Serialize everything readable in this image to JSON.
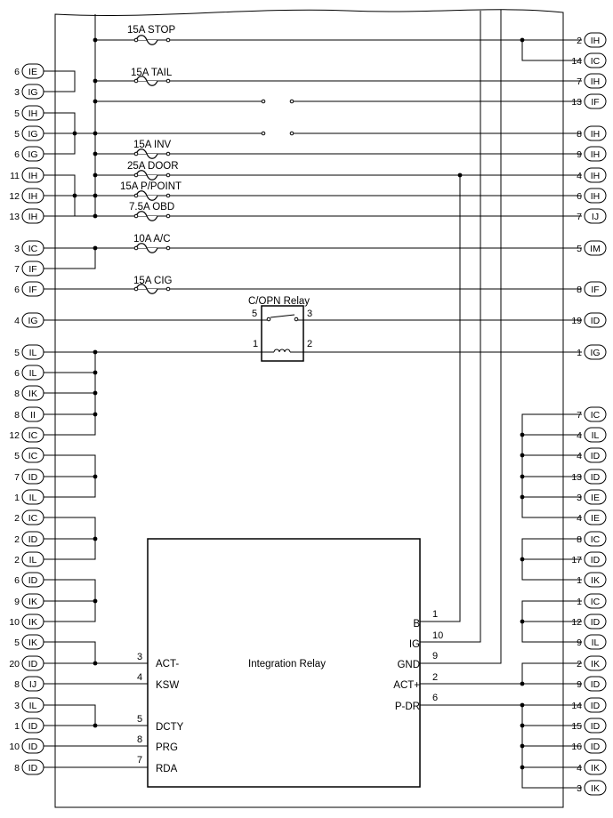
{
  "fuses": [
    "15A STOP",
    "15A TAIL",
    "15A INV",
    "25A DOOR",
    "15A P/POINT",
    "7.5A OBD",
    "10A A/C",
    "15A CIG"
  ],
  "relay": {
    "name": "C/OPN Relay",
    "pins": [
      "5",
      "3",
      "1",
      "2"
    ]
  },
  "integration_relay": {
    "name": "Integration Relay",
    "left": [
      {
        "pin": "3",
        "label": "ACT-"
      },
      {
        "pin": "4",
        "label": "KSW"
      },
      {
        "pin": "5",
        "label": "DCTY"
      },
      {
        "pin": "8",
        "label": "PRG"
      },
      {
        "pin": "7",
        "label": "RDA"
      }
    ],
    "right": [
      {
        "pin": "1",
        "label": "B"
      },
      {
        "pin": "10",
        "label": "IG"
      },
      {
        "pin": "9",
        "label": "GND"
      },
      {
        "pin": "2",
        "label": "ACT+"
      },
      {
        "pin": "6",
        "label": "P-DR"
      }
    ]
  },
  "connectors_left": [
    {
      "num": "6",
      "code": "IE"
    },
    {
      "num": "3",
      "code": "IG"
    },
    {
      "num": "5",
      "code": "IH"
    },
    {
      "num": "5",
      "code": "IG"
    },
    {
      "num": "6",
      "code": "IG"
    },
    {
      "num": "11",
      "code": "IH"
    },
    {
      "num": "12",
      "code": "IH"
    },
    {
      "num": "13",
      "code": "IH"
    },
    {
      "num": "3",
      "code": "IC"
    },
    {
      "num": "7",
      "code": "IF"
    },
    {
      "num": "6",
      "code": "IF"
    },
    {
      "num": "4",
      "code": "IG"
    },
    {
      "num": "5",
      "code": "IL"
    },
    {
      "num": "6",
      "code": "IL"
    },
    {
      "num": "8",
      "code": "IK"
    },
    {
      "num": "8",
      "code": "II"
    },
    {
      "num": "12",
      "code": "IC"
    },
    {
      "num": "5",
      "code": "IC"
    },
    {
      "num": "7",
      "code": "ID"
    },
    {
      "num": "1",
      "code": "IL"
    },
    {
      "num": "2",
      "code": "IC"
    },
    {
      "num": "2",
      "code": "ID"
    },
    {
      "num": "2",
      "code": "IL"
    },
    {
      "num": "6",
      "code": "ID"
    },
    {
      "num": "9",
      "code": "IK"
    },
    {
      "num": "10",
      "code": "IK"
    },
    {
      "num": "5",
      "code": "IK"
    },
    {
      "num": "20",
      "code": "ID"
    },
    {
      "num": "8",
      "code": "IJ"
    },
    {
      "num": "3",
      "code": "IL"
    },
    {
      "num": "1",
      "code": "ID"
    },
    {
      "num": "10",
      "code": "ID"
    },
    {
      "num": "8",
      "code": "ID"
    }
  ],
  "connectors_right": [
    {
      "num": "2",
      "code": "IH"
    },
    {
      "num": "14",
      "code": "IC"
    },
    {
      "num": "7",
      "code": "IH"
    },
    {
      "num": "13",
      "code": "IF"
    },
    {
      "num": "8",
      "code": "IH"
    },
    {
      "num": "9",
      "code": "IH"
    },
    {
      "num": "4",
      "code": "IH"
    },
    {
      "num": "6",
      "code": "IH"
    },
    {
      "num": "7",
      "code": "IJ"
    },
    {
      "num": "5",
      "code": "IM"
    },
    {
      "num": "8",
      "code": "IF"
    },
    {
      "num": "19",
      "code": "ID"
    },
    {
      "num": "1",
      "code": "IG"
    },
    {
      "num": "7",
      "code": "IC"
    },
    {
      "num": "4",
      "code": "IL"
    },
    {
      "num": "4",
      "code": "ID"
    },
    {
      "num": "13",
      "code": "ID"
    },
    {
      "num": "3",
      "code": "IE"
    },
    {
      "num": "4",
      "code": "IE"
    },
    {
      "num": "8",
      "code": "IC"
    },
    {
      "num": "17",
      "code": "ID"
    },
    {
      "num": "1",
      "code": "IK"
    },
    {
      "num": "1",
      "code": "IC"
    },
    {
      "num": "12",
      "code": "ID"
    },
    {
      "num": "9",
      "code": "IL"
    },
    {
      "num": "2",
      "code": "IK"
    },
    {
      "num": "9",
      "code": "ID"
    },
    {
      "num": "14",
      "code": "ID"
    },
    {
      "num": "15",
      "code": "ID"
    },
    {
      "num": "16",
      "code": "ID"
    },
    {
      "num": "4",
      "code": "IK"
    },
    {
      "num": "3",
      "code": "IK"
    }
  ]
}
